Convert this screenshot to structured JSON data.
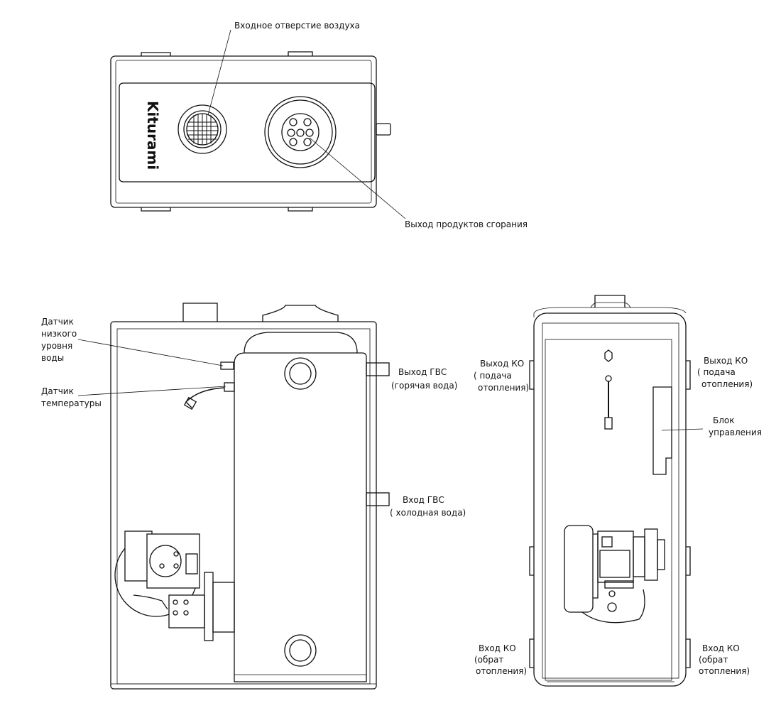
{
  "brand": "Kiturami",
  "top_view": {
    "air_inlet": "Входное отверстие воздуха",
    "exhaust_outlet": "Выход продуктов сгорания"
  },
  "front_view": {
    "low_water_sensor": [
      "Датчик",
      "низкого",
      "уровня",
      "воды"
    ],
    "temperature_sensor": [
      "Датчик",
      "температуры"
    ],
    "dhw_outlet": [
      "Выход ГВС",
      "(горячая вода)"
    ],
    "dhw_inlet": [
      "Вход ГВС",
      "( холодная вода)"
    ]
  },
  "side_view": {
    "heating_outlet_left": [
      "Выход КО",
      "( подача",
      "отопления)"
    ],
    "heating_outlet_right": [
      "Выход КО",
      "( подача",
      "отопления)"
    ],
    "control_unit": [
      "Блок",
      "управления"
    ],
    "heating_return_left": [
      "Вход КО",
      "(обрат",
      "отопления)"
    ],
    "heating_return_right": [
      "Вход КО",
      "(обрат",
      "отопления)"
    ]
  }
}
